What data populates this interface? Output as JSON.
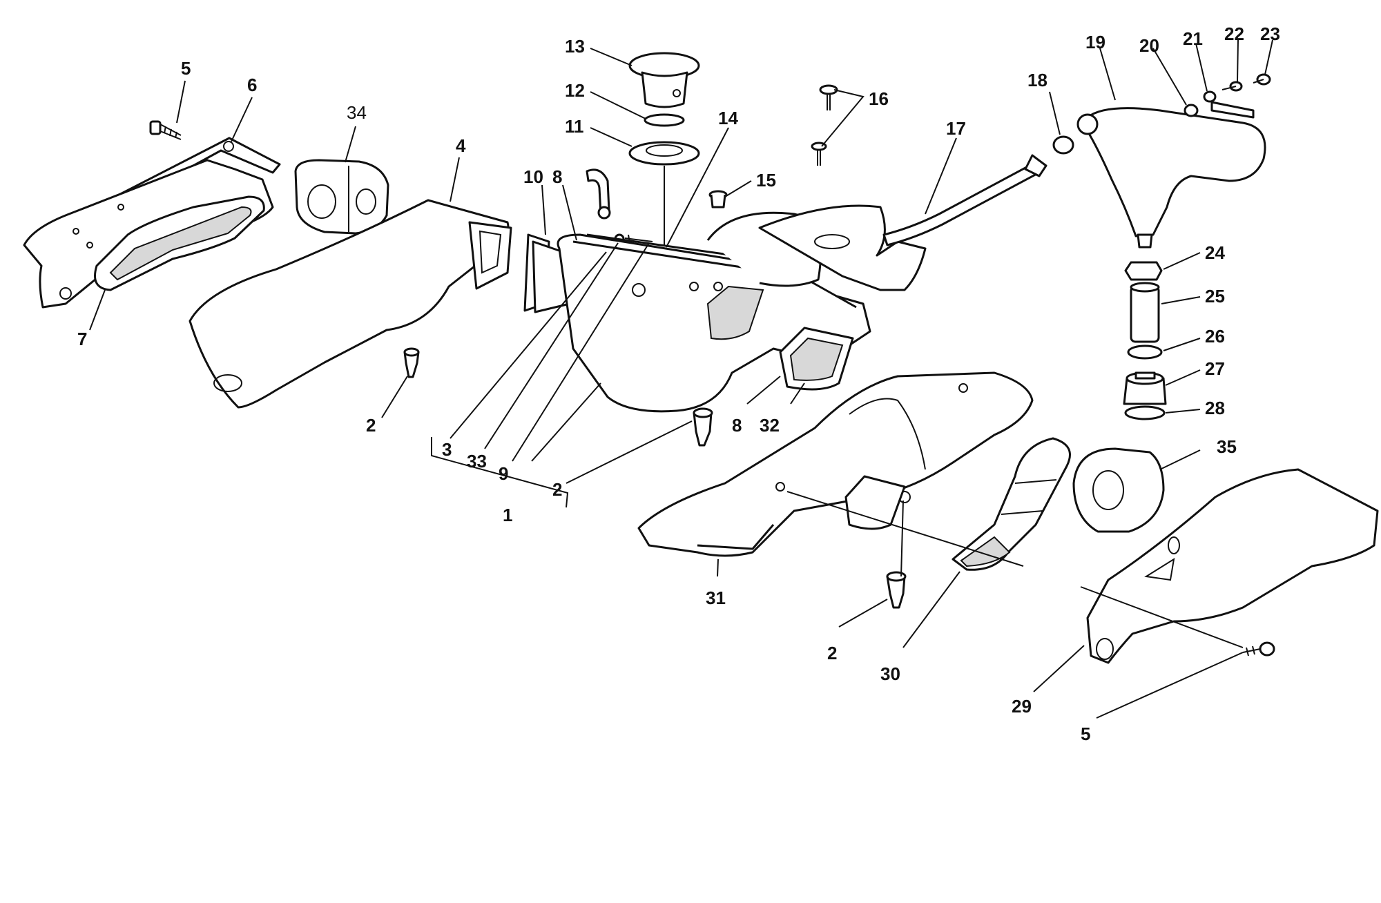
{
  "diagram": {
    "callouts": [
      {
        "id": "c5a",
        "text": "5"
      },
      {
        "id": "c6",
        "text": "6"
      },
      {
        "id": "c34",
        "text": "34"
      },
      {
        "id": "c4",
        "text": "4"
      },
      {
        "id": "c7",
        "text": "7"
      },
      {
        "id": "c2a",
        "text": "2"
      },
      {
        "id": "c13",
        "text": "13"
      },
      {
        "id": "c12",
        "text": "12"
      },
      {
        "id": "c11",
        "text": "11"
      },
      {
        "id": "c14",
        "text": "14"
      },
      {
        "id": "c10",
        "text": "10"
      },
      {
        "id": "c8a",
        "text": "8"
      },
      {
        "id": "c15",
        "text": "15"
      },
      {
        "id": "c16",
        "text": "16"
      },
      {
        "id": "c17",
        "text": "17"
      },
      {
        "id": "c18",
        "text": "18"
      },
      {
        "id": "c19",
        "text": "19"
      },
      {
        "id": "c20",
        "text": "20"
      },
      {
        "id": "c21",
        "text": "21"
      },
      {
        "id": "c22",
        "text": "22"
      },
      {
        "id": "c23",
        "text": "23"
      },
      {
        "id": "c24",
        "text": "24"
      },
      {
        "id": "c25",
        "text": "25"
      },
      {
        "id": "c26",
        "text": "26"
      },
      {
        "id": "c27",
        "text": "27"
      },
      {
        "id": "c28",
        "text": "28"
      },
      {
        "id": "c35",
        "text": "35"
      },
      {
        "id": "c3",
        "text": "3"
      },
      {
        "id": "c33",
        "text": "33"
      },
      {
        "id": "c9",
        "text": "9"
      },
      {
        "id": "c1",
        "text": "1"
      },
      {
        "id": "c2b",
        "text": "2"
      },
      {
        "id": "c8b",
        "text": "8"
      },
      {
        "id": "c32",
        "text": "32"
      },
      {
        "id": "c31",
        "text": "31"
      },
      {
        "id": "c2c",
        "text": "2"
      },
      {
        "id": "c30",
        "text": "30"
      },
      {
        "id": "c29",
        "text": "29"
      },
      {
        "id": "c5b",
        "text": "5"
      }
    ]
  }
}
